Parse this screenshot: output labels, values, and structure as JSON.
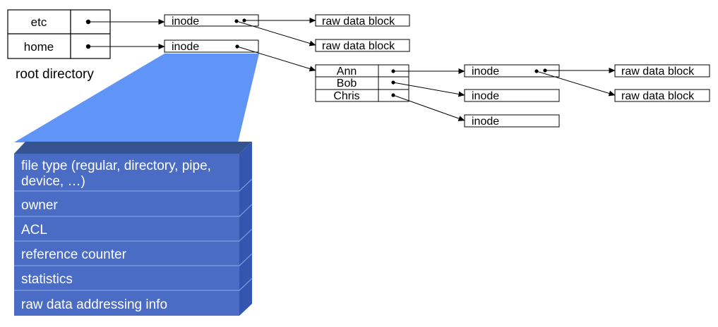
{
  "root_directory": {
    "caption": "root directory",
    "entries": [
      {
        "name": "etc"
      },
      {
        "name": "home"
      }
    ]
  },
  "inodes": {
    "etc": "inode",
    "home": "inode",
    "ann": "inode",
    "bob": "inode",
    "chris": "inode"
  },
  "raw_blocks": {
    "etc_1": "raw data block",
    "etc_2": "raw data block",
    "ann_1": "raw data block",
    "ann_2": "raw data block"
  },
  "home_directory": {
    "entries": [
      {
        "name": "Ann"
      },
      {
        "name": "Bob"
      },
      {
        "name": "Chris"
      }
    ]
  },
  "inode_fields": [
    {
      "line1": "file type (regular, directory, pipe,",
      "line2": "device, …)"
    },
    {
      "line1": "owner"
    },
    {
      "line1": "ACL"
    },
    {
      "line1": "reference counter"
    },
    {
      "line1": "statistics"
    },
    {
      "line1": "raw data addressing info"
    }
  ],
  "colors": {
    "field_fill": "#4a6cc5",
    "stack_side": "#3556b0",
    "stack_top": "#34538f",
    "zoom_funnel": "#6095f7"
  }
}
